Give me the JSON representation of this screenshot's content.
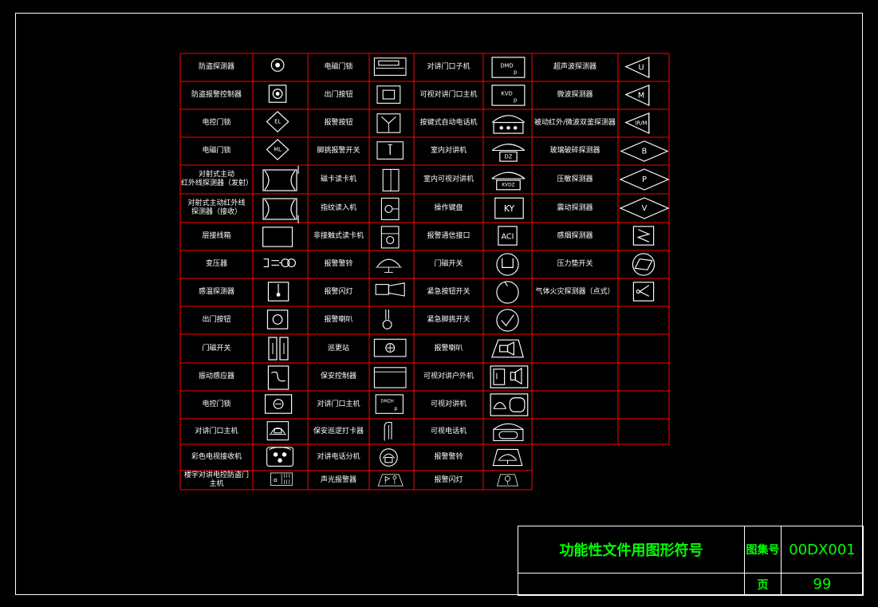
{
  "colors": {
    "background": "#000000",
    "frame": "#ffffff",
    "grid": "#ff0000",
    "symbol": "#ffffff",
    "titleblock_text": "#00ff00",
    "label_text": "#ffffff"
  },
  "columns": [
    {
      "cells": [
        {
          "label": "防盗探测器",
          "icon": "circle-dot-icon"
        },
        {
          "label": "防盗报警控制器",
          "icon": "square-circle-dot-icon"
        },
        {
          "label": "电控门锁",
          "icon": "diamond-el-icon"
        },
        {
          "label": "电磁门锁",
          "icon": "diamond-ml-icon"
        },
        {
          "label": "对射式主动\n红外线探测器（发射）",
          "icon": "infrared-transmitter-icon"
        },
        {
          "label": "对射式主动红外线\n探测器（接收）",
          "icon": "infrared-receiver-icon"
        },
        {
          "label": "层接线箱",
          "icon": "junction-box-icon"
        },
        {
          "label": "变压器",
          "icon": "transformer-icon"
        },
        {
          "label": "感温探测器",
          "icon": "heat-detector-icon"
        },
        {
          "label": "出门按钮",
          "icon": "exit-button-icon"
        },
        {
          "label": "门磁开关",
          "icon": "door-contact-icon"
        },
        {
          "label": "振动感应器",
          "icon": "vibration-sensor-icon"
        },
        {
          "label": "电控门锁",
          "icon": "electric-lock-box-icon"
        },
        {
          "label": "对讲门口主机",
          "icon": "intercom-door-unit-icon"
        },
        {
          "label": "彩色电视接收机",
          "icon": "color-tv-receiver-icon"
        },
        {
          "label": "楼宇对讲电控防盗门主机",
          "icon": "building-intercom-panel-icon"
        }
      ]
    },
    {
      "cells": [
        {
          "label": "电磁门锁",
          "icon": "magnetic-lock-icon"
        },
        {
          "label": "出门按钮",
          "icon": "exit-button-square-icon"
        },
        {
          "label": "报警按钮",
          "icon": "alarm-button-icon"
        },
        {
          "label": "脚挑报警开关",
          "icon": "foot-alarm-switch-icon"
        },
        {
          "label": "磁卡读卡机",
          "icon": "card-reader-icon"
        },
        {
          "label": "指纹读入机",
          "icon": "fingerprint-reader-icon"
        },
        {
          "label": "非接触式读卡机",
          "icon": "contactless-reader-icon"
        },
        {
          "label": "报警警铃",
          "icon": "alarm-bell-icon"
        },
        {
          "label": "报警闪灯",
          "icon": "alarm-flash-icon"
        },
        {
          "label": "报警喇叭",
          "icon": "alarm-horn-icon"
        },
        {
          "label": "巡更站",
          "icon": "patrol-station-icon"
        },
        {
          "label": "保安控制器",
          "icon": "security-controller-icon"
        },
        {
          "label": "对讲门口主机",
          "icon": "dmzh-intercom-icon"
        },
        {
          "label": "保安巡逻打卡器",
          "icon": "patrol-clock-icon"
        },
        {
          "label": "对讲电话分机",
          "icon": "intercom-extension-icon"
        },
        {
          "label": "声光报警器",
          "icon": "audio-visual-alarm-icon"
        }
      ]
    },
    {
      "cells": [
        {
          "label": "对讲门口子机",
          "icon": "dmd-unit-icon"
        },
        {
          "label": "可视对讲门口主机",
          "icon": "kvd-unit-icon"
        },
        {
          "label": "按键式自动电话机",
          "icon": "push-button-phone-icon"
        },
        {
          "label": "室内对讲机",
          "icon": "indoor-intercom-icon"
        },
        {
          "label": "室内可视对讲机",
          "icon": "indoor-video-intercom-icon"
        },
        {
          "label": "操作键盘",
          "icon": "keyboard-ky-icon"
        },
        {
          "label": "报警通信接口",
          "icon": "alarm-comm-interface-icon"
        },
        {
          "label": "门磁开关",
          "icon": "door-switch-u-icon"
        },
        {
          "label": "紧急按钮开关",
          "icon": "emergency-button-icon"
        },
        {
          "label": "紧急脚挑开关",
          "icon": "emergency-foot-switch-icon"
        },
        {
          "label": "报警喇叭",
          "icon": "alarm-speaker-icon"
        },
        {
          "label": "可视对讲户外机",
          "icon": "video-outdoor-unit-icon"
        },
        {
          "label": "可视对讲机",
          "icon": "video-intercom-icon"
        },
        {
          "label": "可视电话机",
          "icon": "video-phone-icon"
        },
        {
          "label": "报警警铃",
          "icon": "alarm-bell-box-icon"
        },
        {
          "label": "报警闪灯",
          "icon": "alarm-flash-box-icon"
        }
      ]
    },
    {
      "cells": [
        {
          "label": "超声波探测器",
          "icon": "ultrasonic-detector-icon",
          "glyph": "U"
        },
        {
          "label": "微波探测器",
          "icon": "microwave-detector-icon",
          "glyph": "M"
        },
        {
          "label": "被动红外/微波双鉴探测器",
          "icon": "dual-tech-detector-icon",
          "glyph": "IR/M"
        },
        {
          "label": "玻璃破碎探测器",
          "icon": "glass-break-detector-icon",
          "glyph": "B"
        },
        {
          "label": "压敏探测器",
          "icon": "pressure-detector-icon",
          "glyph": "P"
        },
        {
          "label": "震动探测器",
          "icon": "vibration-detector-icon",
          "glyph": "V"
        },
        {
          "label": "感烟探测器",
          "icon": "smoke-detector-icon"
        },
        {
          "label": "压力垫开关",
          "icon": "pressure-mat-icon"
        },
        {
          "label": "气体火灾探测器（点式）",
          "icon": "gas-fire-detector-icon"
        }
      ]
    }
  ],
  "symbol_text": {
    "el": "EL",
    "ml": "ML",
    "dmd": "DMD",
    "kvd": "KVD",
    "p": "p",
    "dz": "DZ",
    "kvdz": "KVDZ",
    "ky": "KY",
    "aci": "ACI",
    "dmzh": "DMZH"
  },
  "title_block": {
    "title": "功能性文件用图形符号",
    "atlas_label": "图集号",
    "atlas_no": "00DX001",
    "page_label": "页",
    "page_no": "99"
  }
}
